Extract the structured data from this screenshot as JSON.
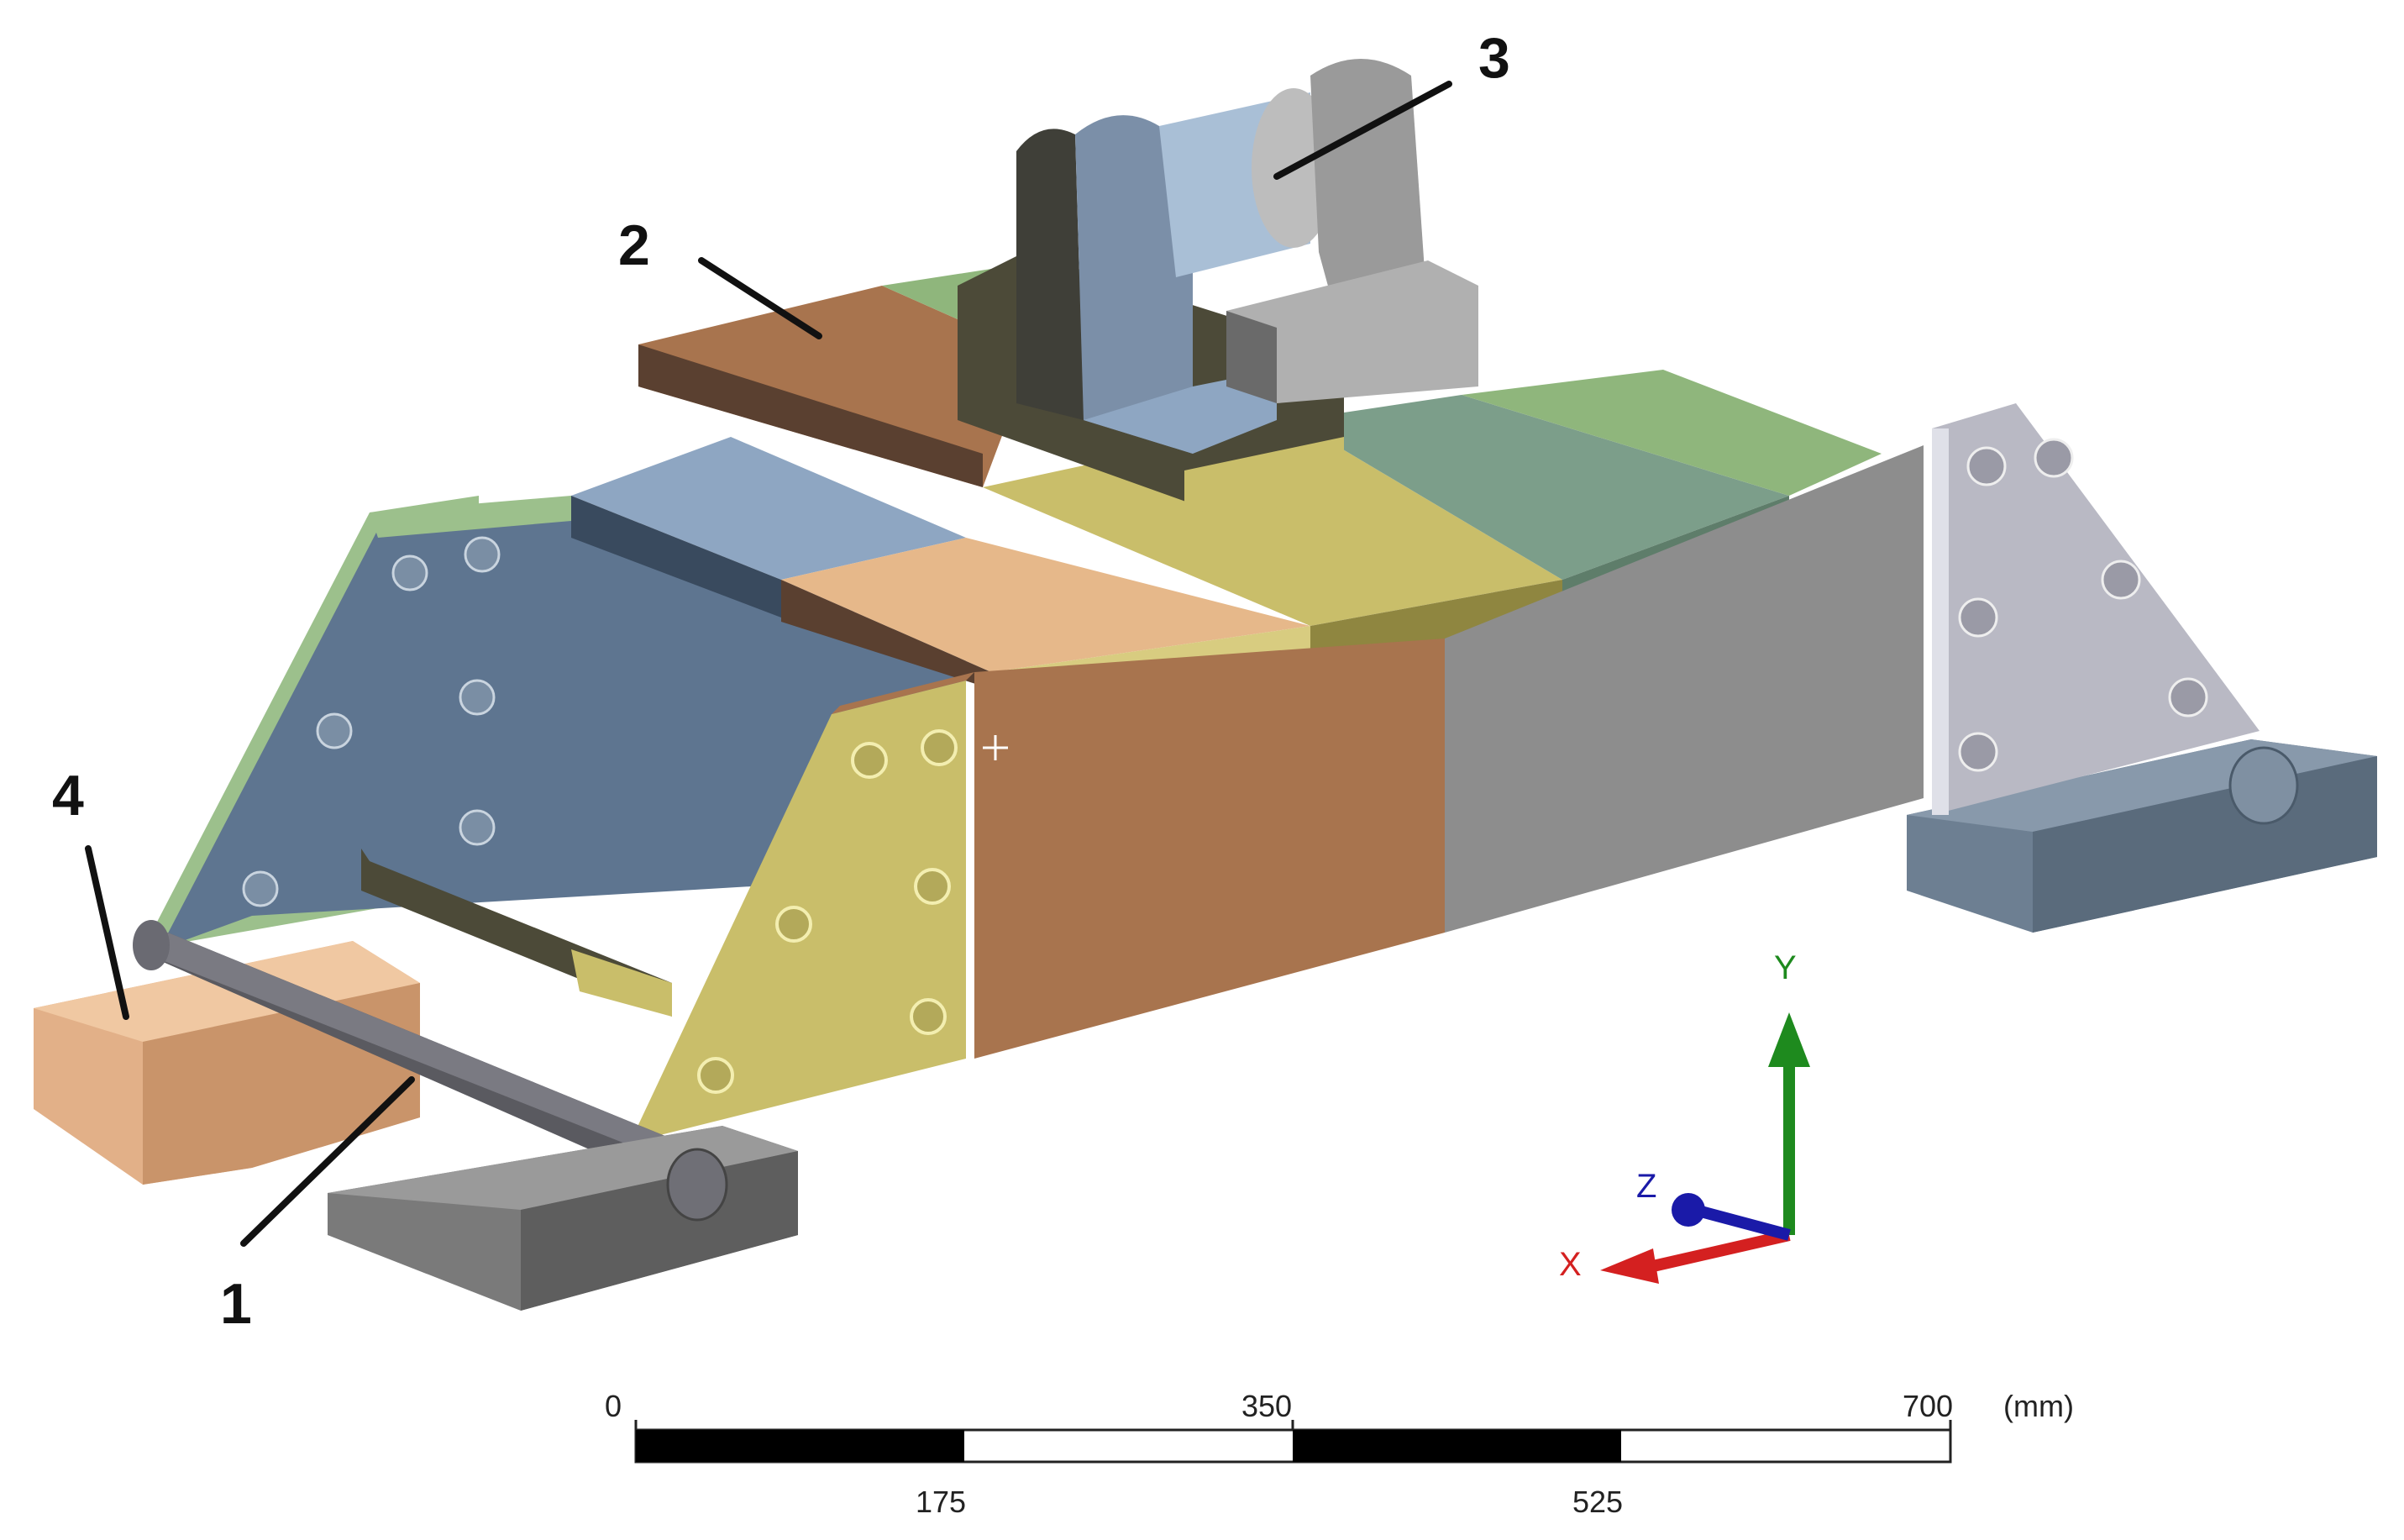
{
  "callouts": [
    {
      "id": "1",
      "label": "1"
    },
    {
      "id": "2",
      "label": "2"
    },
    {
      "id": "3",
      "label": "3"
    },
    {
      "id": "4",
      "label": "4"
    }
  ],
  "triad": {
    "x_label": "X",
    "y_label": "Y",
    "z_label": "Z",
    "x_color": "#d42020",
    "y_color": "#1e8a1e",
    "z_color": "#1a1aa8"
  },
  "scale_bar": {
    "top_ticks": [
      "0",
      "350",
      "700"
    ],
    "bottom_ticks": [
      "175",
      "525"
    ],
    "unit": "(mm)"
  },
  "colors": {
    "tan": "#a8744e",
    "peach": "#e6b88a",
    "slate_blue": "#5d7590",
    "light_blue": "#8ea6c2",
    "olive_yellow": "#c9be6a",
    "teal_green": "#7c9e8a",
    "green": "#8fb67c",
    "gray": "#8d8d8d",
    "light_gray": "#b9b9c4",
    "dark_olive": "#4c4a38"
  }
}
